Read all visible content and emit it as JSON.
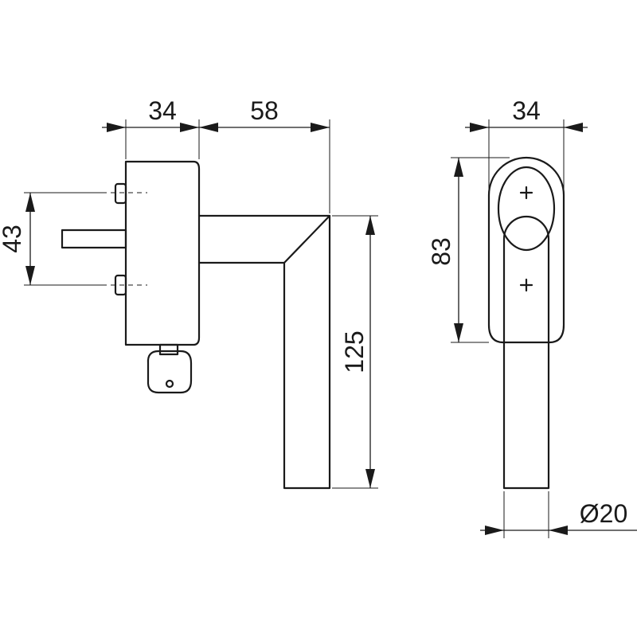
{
  "dimensions": {
    "side_lock_depth": "34",
    "side_lever_reach": "58",
    "side_screw_spacing": "43",
    "side_lever_length": "125",
    "front_rose_width": "34",
    "front_rose_height": "83",
    "front_lever_diameter": "Ø20"
  },
  "colors": {
    "line": "#1a1a1a",
    "background": "#ffffff"
  }
}
